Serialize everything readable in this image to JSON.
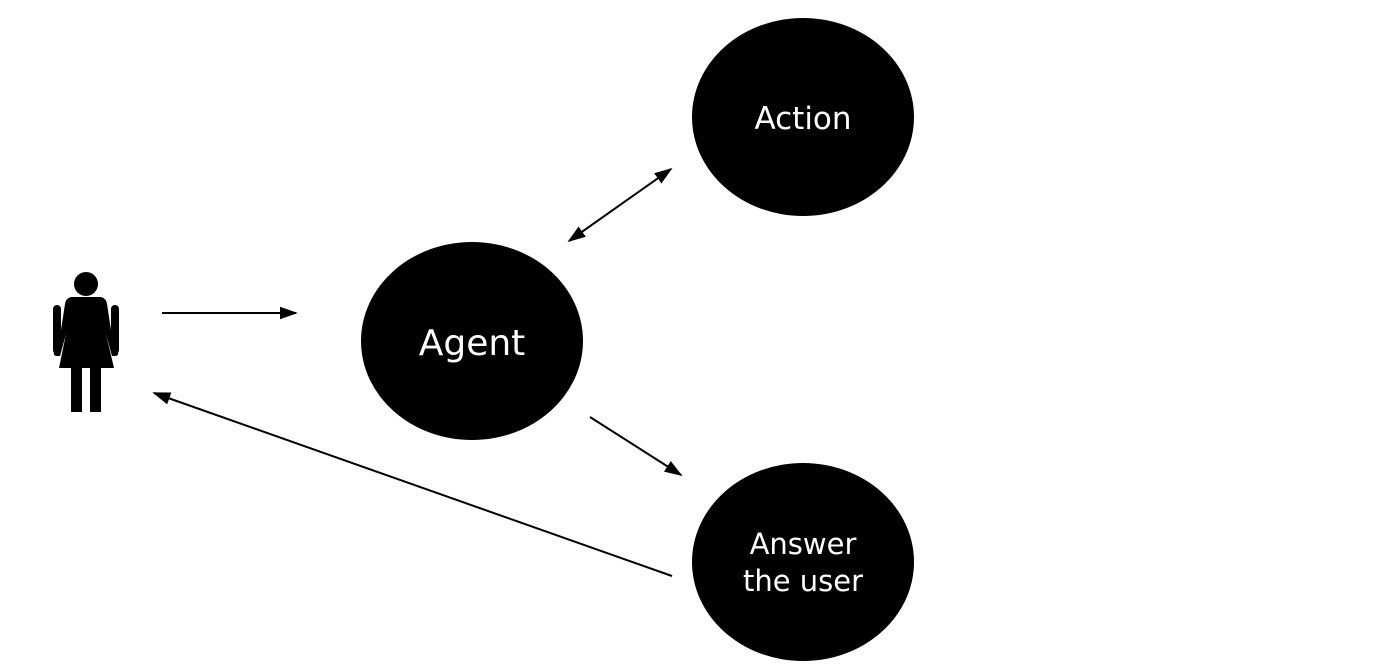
{
  "colors": {
    "background": "#ffffff",
    "node_fill": "#000000",
    "node_text": "#ffffff",
    "arrow": "#000000"
  },
  "icons": {
    "user": "person-icon"
  },
  "nodes": {
    "agent": {
      "label": "Agent"
    },
    "action": {
      "label": "Action"
    },
    "answer": {
      "line1": "Answer",
      "line2": "the user"
    }
  },
  "edges": [
    {
      "from": "user",
      "to": "agent",
      "direction": "forward"
    },
    {
      "from": "agent",
      "to": "action",
      "direction": "both"
    },
    {
      "from": "agent",
      "to": "answer",
      "direction": "forward"
    },
    {
      "from": "answer",
      "to": "user",
      "direction": "forward"
    }
  ]
}
